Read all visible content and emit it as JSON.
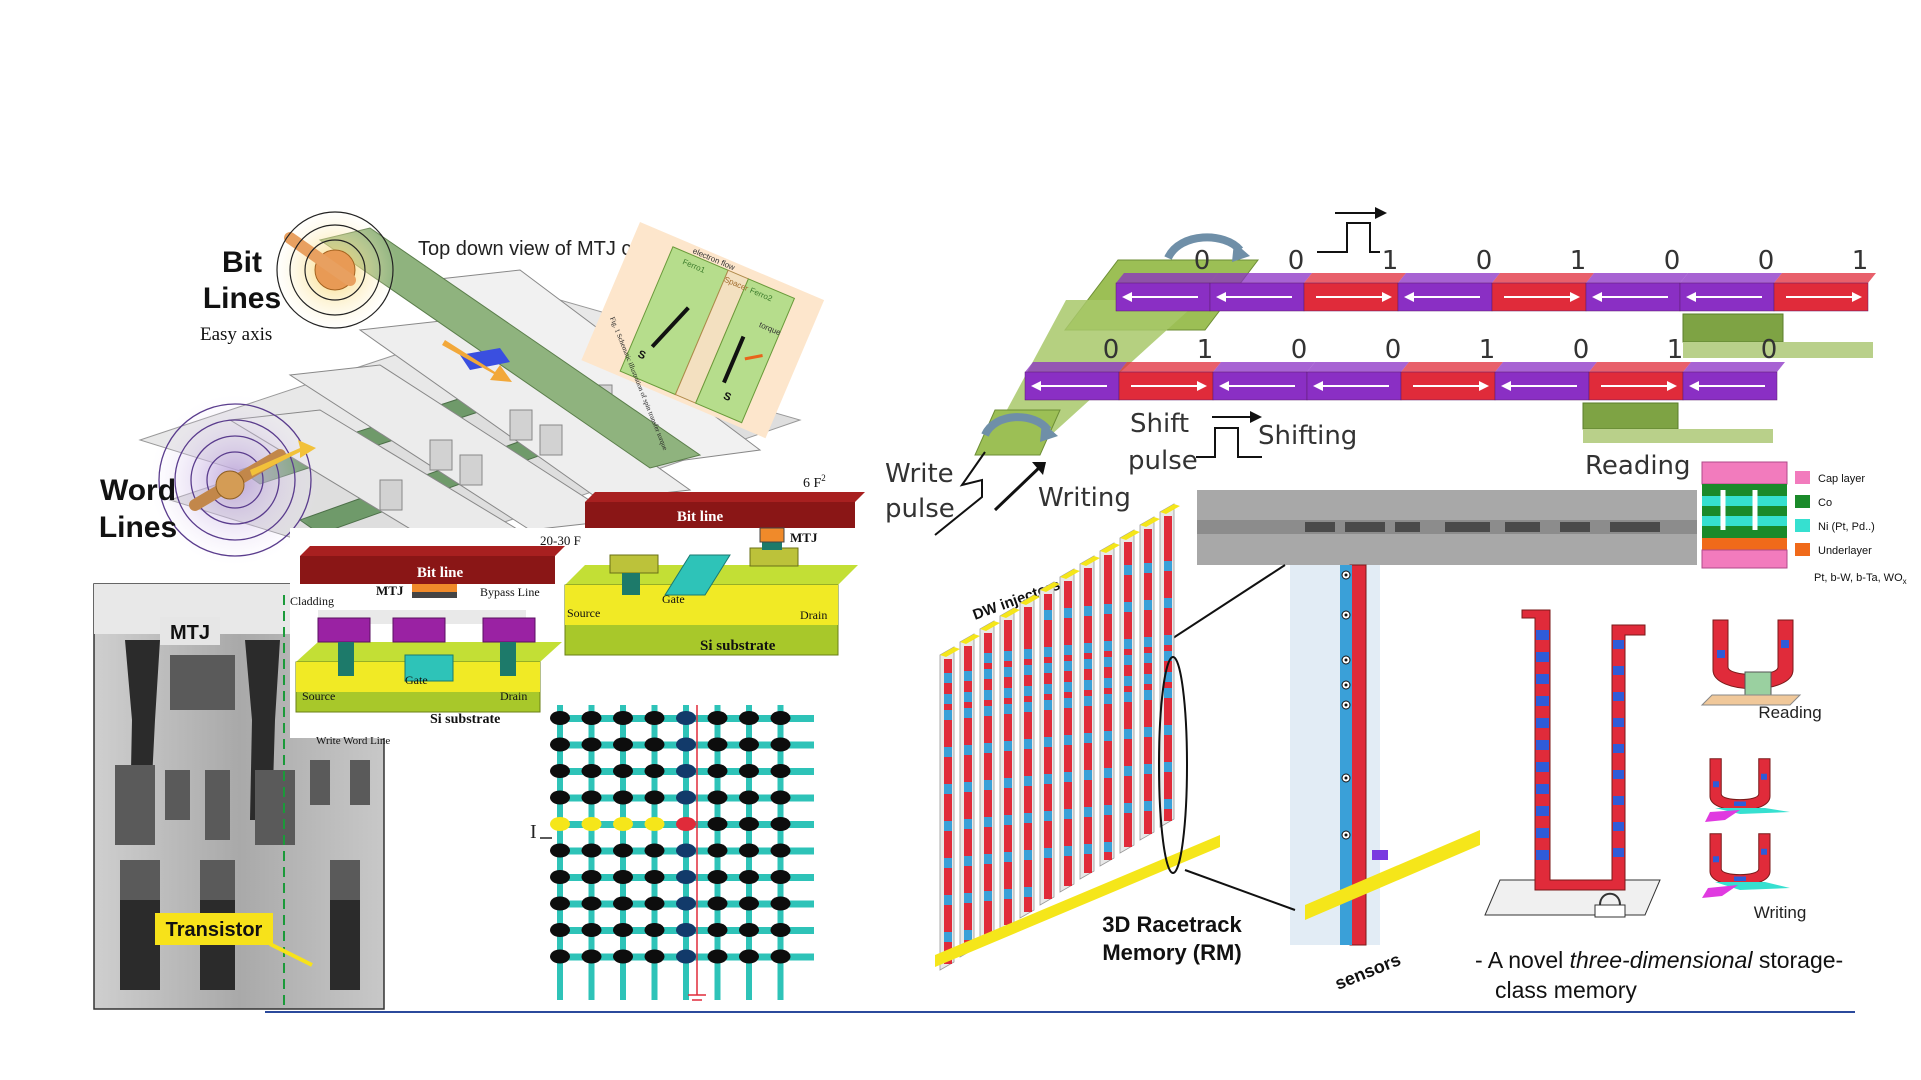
{
  "mram": {
    "bit_lines": "Bit",
    "bit_lines_2": "Lines",
    "word_lines": "Word",
    "word_lines_2": "Lines",
    "easy_axis": "Easy axis",
    "top_view": "Top down view of MTJ c",
    "inset_caption": "Fig. 1 Schematic illustration of spin transfer torque",
    "inset_electron_flow": "electron flow",
    "inset_ferro1": "Ferro1",
    "inset_spacer": "Spacer",
    "inset_ferro2": "Ferro2",
    "inset_torque": "torque",
    "inset_s1": "S",
    "inset_s2": "S",
    "mtj_label": "MTJ",
    "transistor_label": "Transistor",
    "cell_a": {
      "size": "20-30 F",
      "bit_line": "Bit line",
      "mtj": "MTJ",
      "bypass": "Bypass Line",
      "cladding": "Cladding",
      "gate": "Gate",
      "source": "Source",
      "drain": "Drain",
      "substrate": "Si substrate",
      "wwl": "Write Word Line"
    },
    "cell_b": {
      "size_base": "6 F",
      "size_exp": "2",
      "bit_line": "Bit line",
      "mtj": "MTJ",
      "gate": "Gate",
      "source": "Source",
      "drain": "Drain",
      "substrate": "Si substrate"
    },
    "crossbar_label": "I"
  },
  "racetrack": {
    "top_bits": [
      "0",
      "0",
      "1",
      "0",
      "1",
      "0",
      "0",
      "1"
    ],
    "bottom_bits": [
      "0",
      "1",
      "0",
      "0",
      "1",
      "0",
      "1",
      "0"
    ],
    "shift_label": "Shift",
    "shift_label_2": "pulse",
    "shifting": "Shifting",
    "write_label": "Write",
    "write_label_2": "pulse",
    "writing": "Writing",
    "reading": "Reading",
    "legend": [
      {
        "label": "Cap layer",
        "color": "#f27bbd"
      },
      {
        "label": "Co",
        "color": "#1a8a2a"
      },
      {
        "label": "Ni (Pt, Pd..)",
        "color": "#36e0d0"
      },
      {
        "label": "Underlayer",
        "color": "#f06a1a"
      }
    ],
    "legend_underlayer_2": "Pt, b-W, b-Ta, WO",
    "legend_underlayer_sub": "x",
    "dw_injectors": "DW injectors",
    "rm_title": "3D Racetrack",
    "rm_title_2": "Memory (RM)",
    "sensors": "sensors",
    "u_reading": "Reading",
    "u_writing": "Writing",
    "tagline_prefix": "- A novel ",
    "tagline_em": "three-dimensional",
    "tagline_suffix": " storage-",
    "tagline_2": "class memory"
  },
  "colors": {
    "purple": "#8a2fc4",
    "red": "#e02b3a",
    "green": "#a5c26a",
    "rule": "#2b4a9c"
  }
}
